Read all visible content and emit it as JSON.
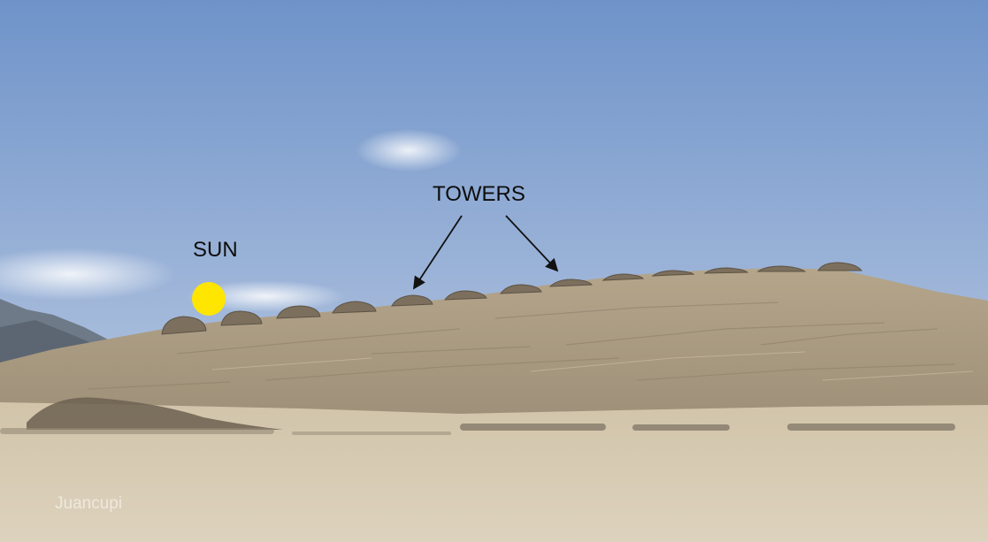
{
  "annotations": {
    "sun_label": "SUN",
    "towers_label": "TOWERS"
  },
  "credit": "Juancupi",
  "colors": {
    "sky_top": "#6f93c9",
    "sky_bottom": "#c6d3e4",
    "hill": "#b9aa90",
    "sand": "#d8ccb4",
    "sun_marker": "#ffe600",
    "annotation_text": "#0d0d0d"
  },
  "scene": {
    "tower_count": 13,
    "icons": [
      "sun-marker-icon",
      "arrow-icon"
    ]
  }
}
